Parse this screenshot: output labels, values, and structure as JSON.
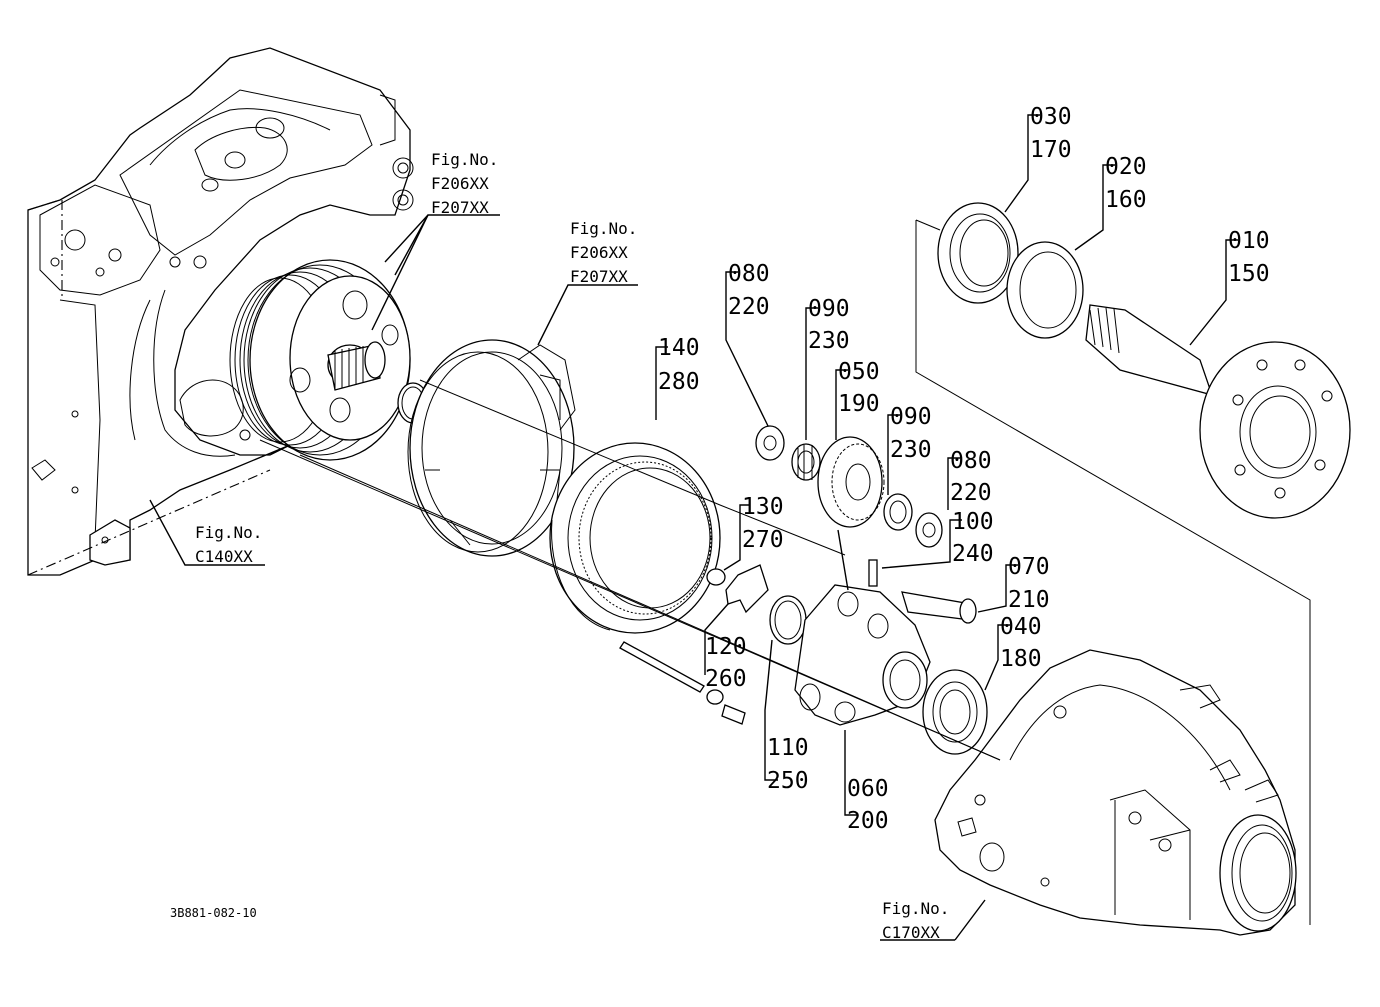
{
  "diagram_code": "3B881-082-10",
  "fig_refs": {
    "ref_a": {
      "label": "Fig.No.",
      "codes": [
        "F206XX",
        "F207XX"
      ]
    },
    "ref_b": {
      "label": "Fig.No.",
      "codes": [
        "F206XX",
        "F207XX"
      ]
    },
    "ref_c": {
      "label": "Fig.No.",
      "codes": [
        "C140XX"
      ]
    },
    "ref_d": {
      "label": "Fig.No.",
      "codes": [
        "C170XX"
      ]
    }
  },
  "callouts": [
    {
      "id": "c030",
      "top": "030",
      "bottom": "170"
    },
    {
      "id": "c020",
      "top": "020",
      "bottom": "160"
    },
    {
      "id": "c010",
      "top": "010",
      "bottom": "150"
    },
    {
      "id": "c080a",
      "top": "080",
      "bottom": "220"
    },
    {
      "id": "c090a",
      "top": "090",
      "bottom": "230"
    },
    {
      "id": "c140",
      "top": "140",
      "bottom": "280"
    },
    {
      "id": "c050",
      "top": "050",
      "bottom": "190"
    },
    {
      "id": "c090b",
      "top": "090",
      "bottom": "230"
    },
    {
      "id": "c080b",
      "top": "080",
      "bottom": "220"
    },
    {
      "id": "c100",
      "top": "100",
      "bottom": "240"
    },
    {
      "id": "c130",
      "top": "130",
      "bottom": "270"
    },
    {
      "id": "c070",
      "top": "070",
      "bottom": "210"
    },
    {
      "id": "c040",
      "top": "040",
      "bottom": "180"
    },
    {
      "id": "c120",
      "top": "120",
      "bottom": "260"
    },
    {
      "id": "c110",
      "top": "110",
      "bottom": "250"
    },
    {
      "id": "c060",
      "top": "060",
      "bottom": "200"
    }
  ]
}
